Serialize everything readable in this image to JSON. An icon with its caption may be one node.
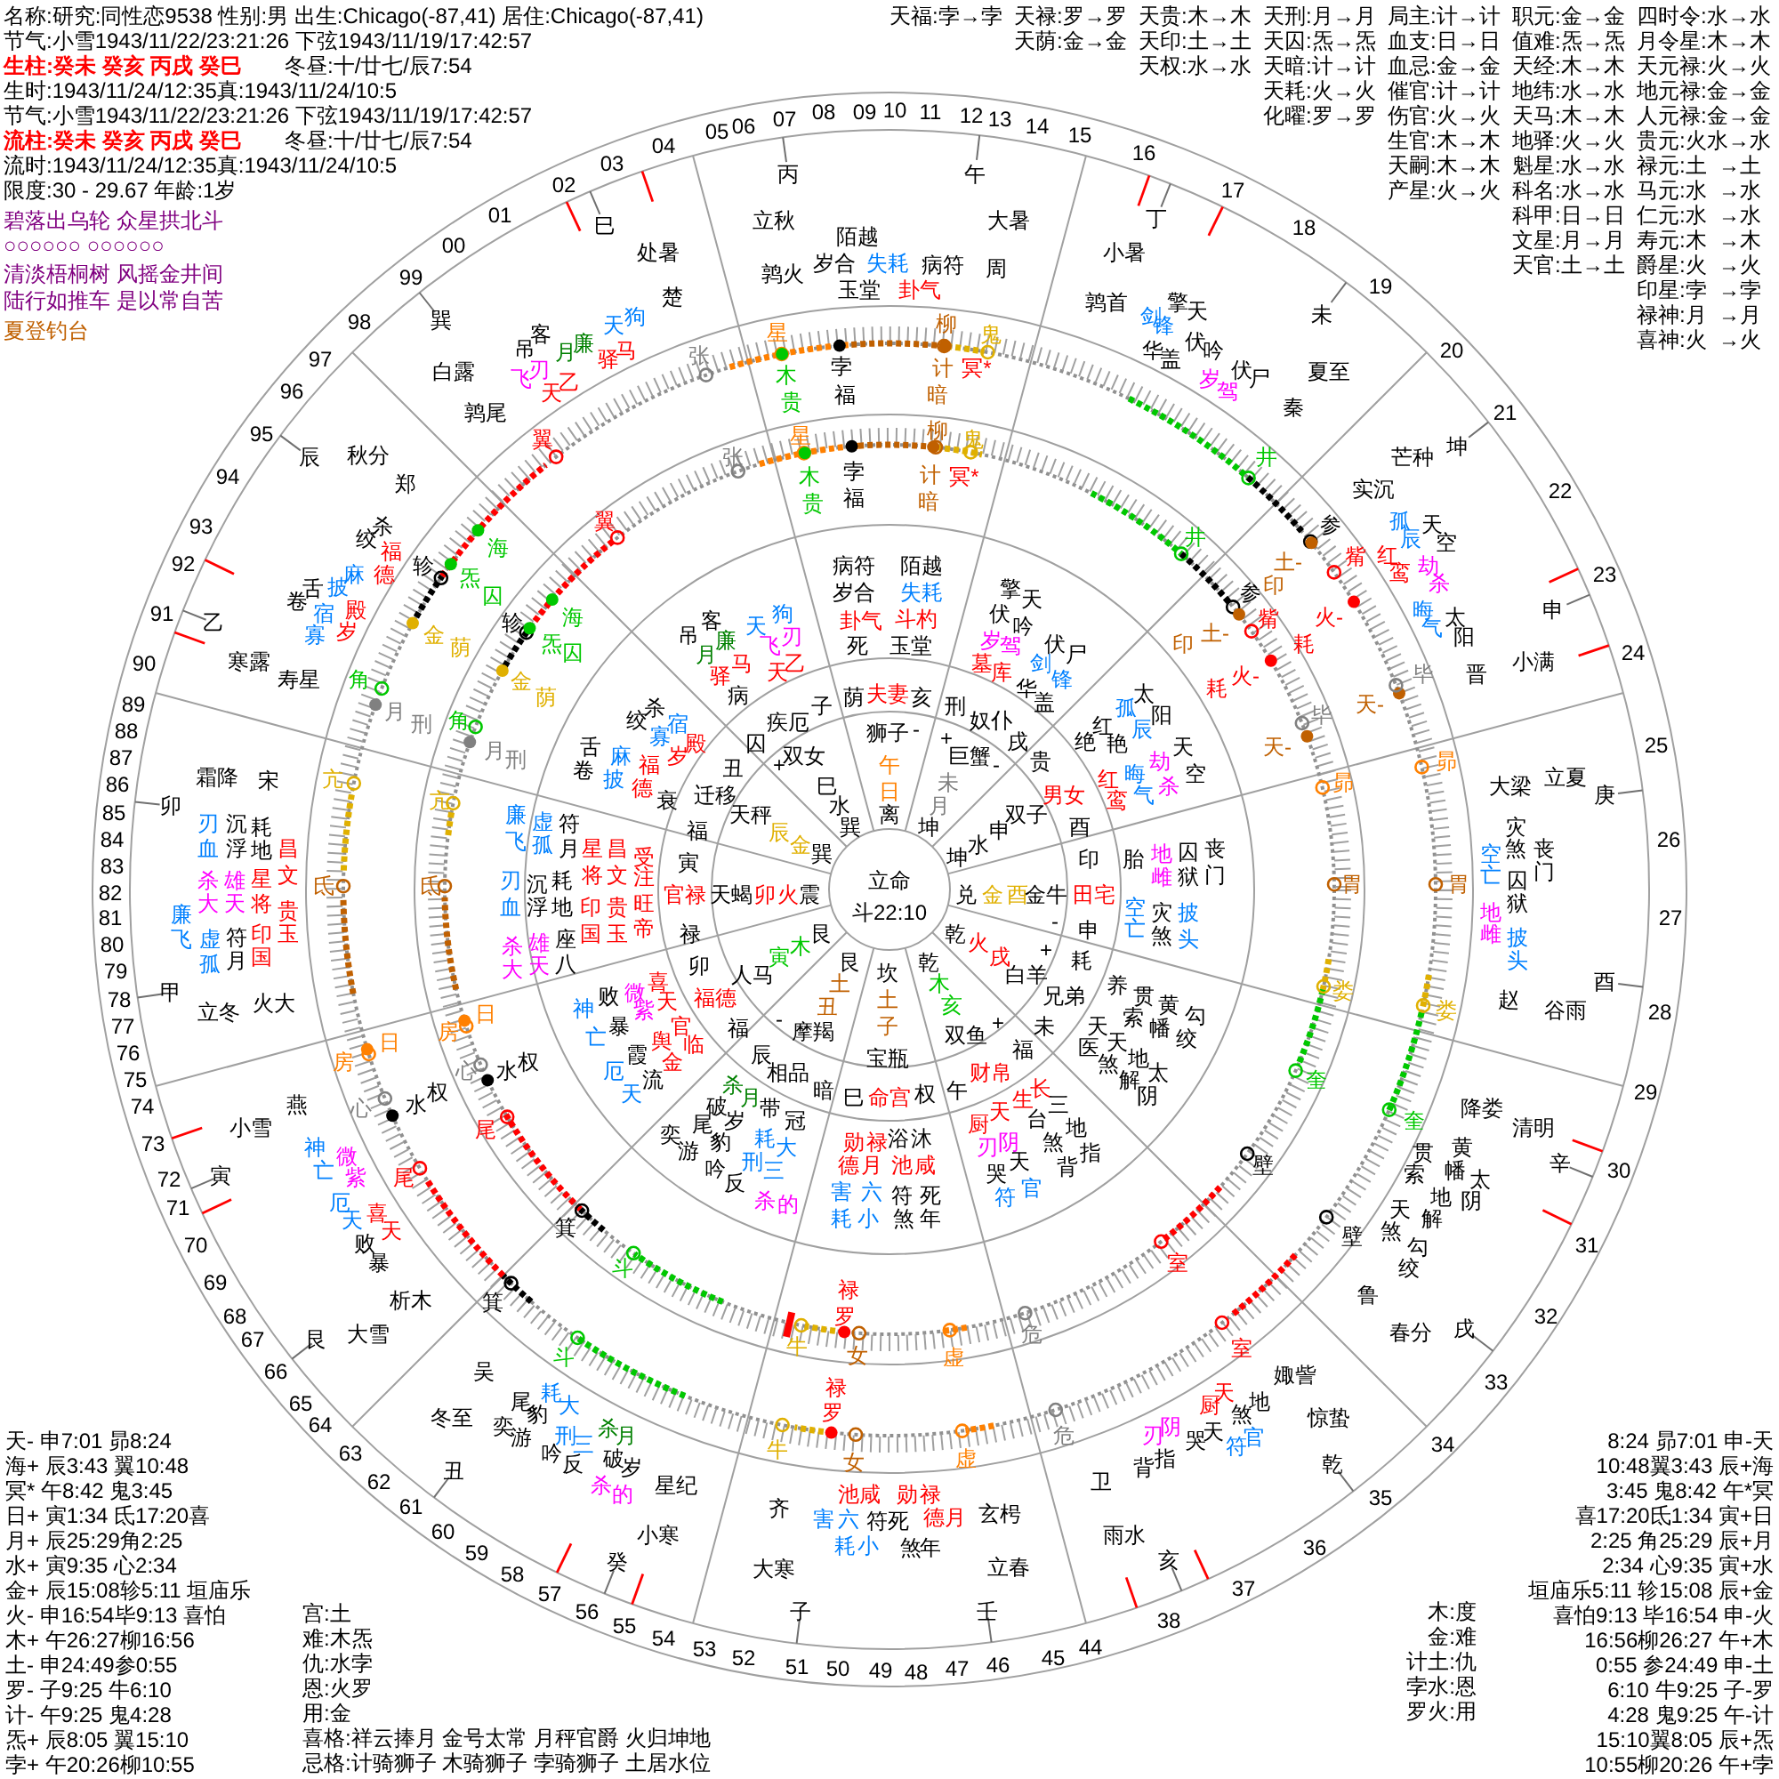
{
  "diagram": {
    "labels": [
      "名称:研究:同性恋9538 性别:男 出生:Chicago(-87,41) 居住:Chicago(-87,41)",
      "节气:小雪1943/11/22/23:21:26 下弦1943/11/19/17:42:57",
      "生柱:癸未 癸亥 丙戌 癸巳",
      "冬昼:十/廿七/辰7:54",
      "生时:1943/11/24/12:35真:1943/11/24/10:5",
      "节气:小雪1943/11/22/23:21:26 下弦1943/11/19/17:42:57",
      "流柱:癸未 癸亥 丙戌 癸巳",
      "冬昼:十/廿七/辰7:54",
      "流时:1943/11/24/12:35真:1943/11/24/10:5",
      "限度:30 - 29.67 年龄:1岁",
      "碧落出乌轮 众星拱北斗",
      "○○○○○○ ○○○○○○",
      "清淡梧桐树 风摇金井间",
      "陆行如推车 是以常自苦",
      "夏登钓台",
      "天福:孛→孛",
      "天禄:罗→罗",
      "天贵:木→木",
      "天刑:月→月",
      "局主:计→计",
      "职元:金→金",
      "四时令:水→水",
      "天荫:金→金",
      "天印:土→土",
      "天囚:炁→炁",
      "血支:日→日",
      "值难:炁→炁",
      "月令星:木→木",
      "天权:水→水",
      "天暗:计→计",
      "血忌:金→金",
      "天经:木→木",
      "天元禄:火→火",
      "天耗:火→火",
      "催官:计→计",
      "地纬:水→水",
      "地元禄:金→金",
      "化曜:罗→罗",
      "伤官:火→火",
      "天马:木→木",
      "人元禄:金→金",
      "生官:木→木",
      "地驿:火→火",
      "贵元:火水→水",
      "天嗣:木→木",
      "魁星:水→水",
      "禄元:土  →土",
      "产星:火→火",
      "科名:水→水",
      "马元:水  →水",
      "科甲:日→日",
      "仁元:水  →水",
      "文星:月→月",
      "寿元:木  →木",
      "天官:土→土",
      "爵星:火  →火",
      "印星:孛  →孛",
      "禄神:月  →月",
      "喜神:火  →火",
      "00",
      "01",
      "02",
      "03",
      "04",
      "05",
      "06",
      "07",
      "08",
      "09",
      "10",
      "11",
      "12",
      "13",
      "14",
      "15",
      "16",
      "17",
      "18",
      "19",
      "20",
      "21",
      "22",
      "23",
      "24",
      "25",
      "26",
      "27",
      "28",
      "29",
      "30",
      "31",
      "32",
      "33",
      "34",
      "35",
      "36",
      "37",
      "38",
      "58",
      "57",
      "56",
      "55",
      "54",
      "53",
      "52",
      "51",
      "50",
      "49",
      "48",
      "47",
      "46",
      "45",
      "44",
      "59",
      "60",
      "61",
      "62",
      "63",
      "64",
      "65",
      "66",
      "67",
      "68",
      "69",
      "70",
      "71",
      "72",
      "73",
      "74",
      "75",
      "76",
      "77",
      "78",
      "79",
      "80",
      "81",
      "82",
      "83",
      "84",
      "85",
      "86",
      "87",
      "88",
      "89",
      "90",
      "91",
      "92",
      "93",
      "94",
      "95",
      "96",
      "97",
      "98",
      "99",
      "巳",
      "丙",
      "立秋",
      "处暑",
      "鹑火",
      "陌越",
      "岁合",
      "失耗",
      "玉堂",
      "病符",
      "卦气",
      "周",
      "午",
      "大暑",
      "楚",
      "巽",
      "白露",
      "鹑尾",
      "飞刃",
      "吊客",
      "天乙",
      "月廉",
      "驿马",
      "天狗",
      "辰",
      "秋分",
      "郑",
      "卷舌",
      "披麻",
      "绞杀",
      "福德",
      "乙",
      "宿寡",
      "殿岁",
      "寒露",
      "寿星",
      "霜降",
      "宋",
      "卯",
      "刃血",
      "沉浮",
      "耗地",
      "昌文",
      "廉飞",
      "杀大",
      "虚孤",
      "雄天",
      "符月",
      "星将",
      "印国",
      "贵玉",
      "甲",
      "立冬",
      "火大",
      "燕",
      "小雪",
      "寅",
      "神亡",
      "微紫",
      "厄天",
      "败暴",
      "喜天",
      "析木",
      "艮",
      "大雪",
      "吴",
      "冬至",
      "丑",
      "奕游",
      "尾豹",
      "耗大",
      "吟反",
      "刑三",
      "杀的",
      "杀月",
      "破岁",
      "星纪",
      "小寒",
      "癸",
      "大寒",
      "子",
      "齐",
      "池咸",
      "勋禄",
      "害六",
      "符死",
      "德月",
      "耗小",
      "煞年",
      "玄枵",
      "立春",
      "壬",
      "卫",
      "雨水",
      "亥",
      "背指",
      "刃阴",
      "哭天",
      "厨天",
      "符官",
      "煞地",
      "娵訾",
      "惊蛰",
      "乾",
      "鲁",
      "春分",
      "戌",
      "贯索",
      "黄幡",
      "天煞",
      "地解",
      "太阴",
      "勾绞",
      "降娄",
      "清明",
      "辛",
      "赵",
      "谷雨",
      "酉",
      "空亡",
      "灾煞",
      "丧门",
      "地雌",
      "囚狱",
      "披头",
      "大梁",
      "立夏",
      "庚",
      "晋",
      "小满",
      "晦气",
      "太阳",
      "申",
      "红鸾",
      "孤辰",
      "劫杀",
      "天空",
      "实沉",
      "芒种",
      "坤",
      "丁",
      "小暑",
      "鹑首",
      "剑锋",
      "擎天",
      "未",
      "华盖",
      "伏吟",
      "岁驾",
      "伏尸",
      "夏至",
      "秦",
      "吊客",
      "月廉",
      "驿马",
      "天狗",
      "飞刃",
      "天乙",
      "绞杀",
      "病",
      "舌卷",
      "麻披",
      "福德",
      "寡宿",
      "岁殿",
      "衰",
      "病符",
      "陌越",
      "岁合",
      "失耗",
      "卦气",
      "斗杓",
      "死",
      "玉堂",
      "墓库",
      "岁驾",
      "伏吟",
      "擎天",
      "华盖",
      "剑锋",
      "伏尸",
      "绝",
      "红艳",
      "红鸾",
      "孤辰",
      "晦气",
      "太阳",
      "劫杀",
      "天空",
      "胎",
      "地雌",
      "囚狱",
      "丧门",
      "空亡",
      "灾煞",
      "披头",
      "天医",
      "天煞",
      "养",
      "地解",
      "贯索",
      "太阴",
      "黄幡",
      "勾绞",
      "生长",
      "台三",
      "煞地",
      "背指",
      "厨天",
      "刃阴",
      "哭天",
      "符官",
      "勋禄",
      "浴沐",
      "德月",
      "池咸",
      "害六",
      "符死",
      "耗小",
      "煞年",
      "奕游",
      "尾豹",
      "吟反",
      "破岁",
      "杀月",
      "刑三",
      "耗大",
      "杀的",
      "带冠",
      "神亡",
      "败暴",
      "厄天",
      "微紫",
      "霞流",
      "喜天",
      "舆金",
      "官临",
      "刃血",
      "杀大",
      "廉飞",
      "沉浮",
      "雄天",
      "虚孤",
      "耗地",
      "座八",
      "符月",
      "印国",
      "星将",
      "昌文",
      "贵玉",
      "受注",
      "旺帝",
      "子",
      "荫",
      "夫妻",
      "亥",
      "刑",
      "丑",
      "囚",
      "疾厄",
      "+",
      "双女",
      "狮子",
      "午",
      "-",
      "+",
      "巨蟹",
      "奴仆",
      "-",
      "戌",
      "贵",
      "寅",
      "福",
      "迁移",
      "天秤",
      "辰",
      "金",
      "巽",
      "巳",
      "水",
      "巽",
      "日",
      "离",
      "坤",
      "月",
      "未",
      "坤",
      "水",
      "申",
      "双子",
      "男女",
      "酉",
      "印",
      "官禄",
      "天蝎",
      "卯",
      "火",
      "震",
      "立命",
      "兑",
      "金",
      "酉",
      "金牛",
      "田宅",
      "禄",
      "卯",
      "福德",
      "福",
      "人马",
      "寅",
      "-",
      "木",
      "摩羯",
      "艮",
      "丑",
      "土",
      "艮",
      "斗22:10",
      "坎",
      "土",
      "子",
      "乾",
      "木",
      "亥",
      "乾",
      "双鱼",
      "火",
      "+",
      "戌",
      "白羊",
      "未",
      "+",
      "-",
      "兄弟",
      "耗",
      "申",
      "辰",
      "宝瓶",
      "福",
      "相品",
      "财帛",
      "暗",
      "巳",
      "命宫",
      "权",
      "午",
      "张",
      "星",
      "木贵",
      "孛福",
      "柳",
      "鬼",
      "计暗",
      "冥*",
      "井",
      "参",
      "土-",
      "觜",
      "印",
      "火-",
      "耗",
      "天-",
      "毕",
      "昴",
      "胃",
      "娄",
      "奎",
      "壁",
      "斗",
      "室",
      "禄罗",
      "牛",
      "女",
      "虚",
      "危",
      "箕",
      "尾",
      "心",
      "水权",
      "房",
      "日",
      "氐",
      "亢",
      "月刑",
      "角",
      "金荫",
      "轸",
      "海",
      "炁囚",
      "翼",
      "张",
      "星",
      "木贵",
      "孛福",
      "柳",
      "鬼",
      "计暗",
      "冥*",
      "井",
      "参",
      "印",
      "土-",
      "觜",
      "耗",
      "火-",
      "天-",
      "毕",
      "昴",
      "胃",
      "娄",
      "奎",
      "壁",
      "斗",
      "室",
      "禄罗",
      "牛",
      "女",
      "虚",
      "危",
      "箕",
      "尾",
      "心",
      "水权",
      "房",
      "日",
      "氐",
      "亢",
      "月刑",
      "角",
      "金荫",
      "轸",
      "海",
      "炁囚",
      "翼",
      "天- 申7:01 昴8:24",
      "海+ 辰3:43 翼10:48",
      "冥* 午8:42 鬼3:45",
      "日+ 寅1:34 氐17:20喜",
      "月+ 辰25:29角2:25",
      "水+ 寅9:35 心2:34",
      "金+ 辰15:08轸5:11 垣庙乐",
      "火- 申16:54毕9:13 喜怕",
      "木+ 午26:27柳16:56",
      "土- 申24:49参0:55",
      "罗- 子9:25 牛6:10",
      "计- 午9:25 鬼4:28",
      "炁+ 辰8:05 翼15:10",
      "孛+ 午20:26柳10:55",
      "宫:土",
      "难:木炁",
      "仇:水孛",
      "恩:火罗",
      "用:金",
      "喜格:祥云捧月 金号太常 月秤官爵 火归坤地",
      "忌格:计骑狮子 木骑狮子 孛骑狮子 土居水位",
      "木:度",
      "金:难",
      "计土:仇",
      "孛水:恩",
      "罗火:用",
      "8:24 昴7:01 申-天",
      "10:48翼3:43 辰+海",
      "3:45 鬼8:42 午*冥",
      "喜17:20氐1:34 寅+日",
      "2:25 角25:29 辰+月",
      "2:34 心9:35 寅+水",
      "垣庙乐5:11 轸15:08 辰+金",
      "喜怕9:13 毕16:54 申-火",
      "16:56柳26:27 午+木",
      "0:55 参24:49 申-土",
      "6:10 牛9:25 子-罗",
      "4:28 鬼9:25 午-计",
      "15:10翼8:05 辰+炁",
      "10:55柳20:26 午+孛"
    ]
  }
}
